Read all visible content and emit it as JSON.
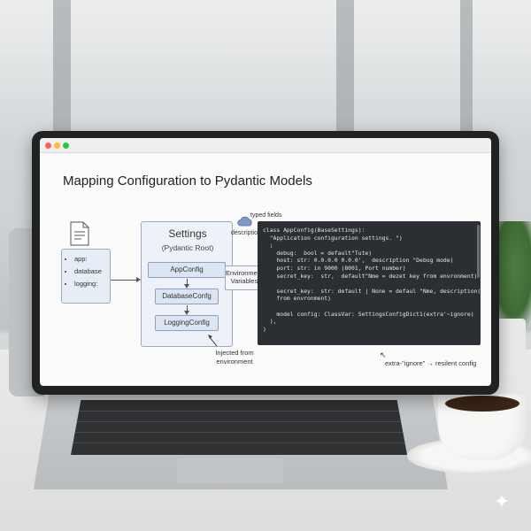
{
  "window": {
    "dots": [
      "#ff5f57",
      "#febc2e",
      "#28c840"
    ]
  },
  "slide": {
    "title": "Mapping Configuration to Pydantic Models",
    "source_keys": [
      "app:",
      "database",
      "logging:"
    ],
    "settings": {
      "title": "Settings",
      "subtitle": "(Pydantic Root)",
      "nodes": [
        "AppConfig",
        "DatabaseConfg",
        "LoggingConfig"
      ]
    },
    "environment_label_line1": "Environment",
    "environment_label_line2": "Variables",
    "typed_fields_label": "typed fields",
    "description_label": "description",
    "injected_label_line1": "Injected from",
    "injected_label_line2": "environment",
    "code_lines": [
      "class AppConfig(BaseSettings):",
      "  \"Application configuration settings. \")",
      "  ;",
      "    debug:  bool = default\"Tute)",
      "    host: str: 0.0.0.0 0.0.0',  description \"Debug mode)",
      "    port: str: in 9000 (8001, Port number)",
      "    secret_key:  str,  default\"Nme = dezet key from envronment)",
      "",
      "    secret_key:  str: default | None = defaul \"Nme, description(Secret key",
      "    from envronment)",
      "",
      "    model config: ClassVar: SettingsConfigDict1(extra'~ignore)",
      "  ),",
      ")"
    ],
    "footnote": "extra-\"ignore\" → resilent config"
  }
}
